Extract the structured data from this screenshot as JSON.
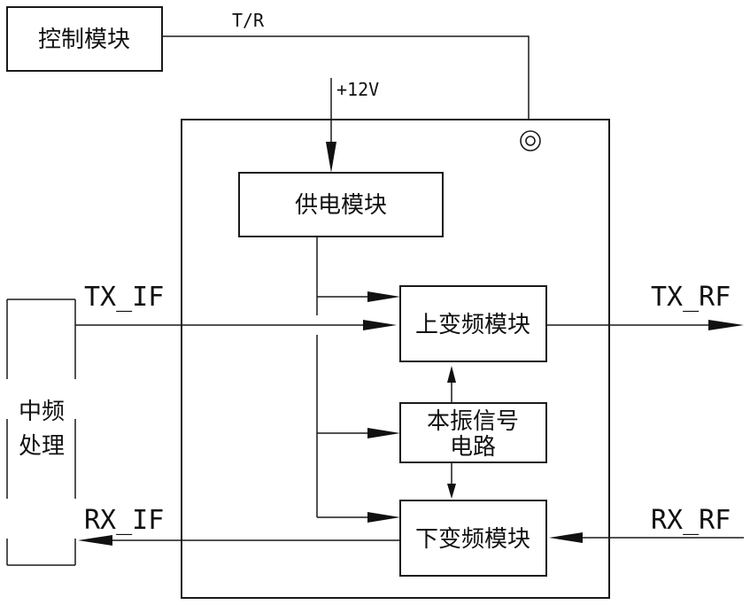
{
  "blocks": {
    "control": "控制模块",
    "power": "供电模块",
    "upconvert": "上变频模块",
    "lo_line1": "本振信号",
    "lo_line2": "电路",
    "downconvert": "下变频模块",
    "if_line1": "中频",
    "if_line2": "处理"
  },
  "signals": {
    "tr": "T/R",
    "vcc": "+12V",
    "tx_if": "TX_IF",
    "tx_rf": "TX_RF",
    "rx_if": "RX_IF",
    "rx_rf": "RX_RF"
  }
}
